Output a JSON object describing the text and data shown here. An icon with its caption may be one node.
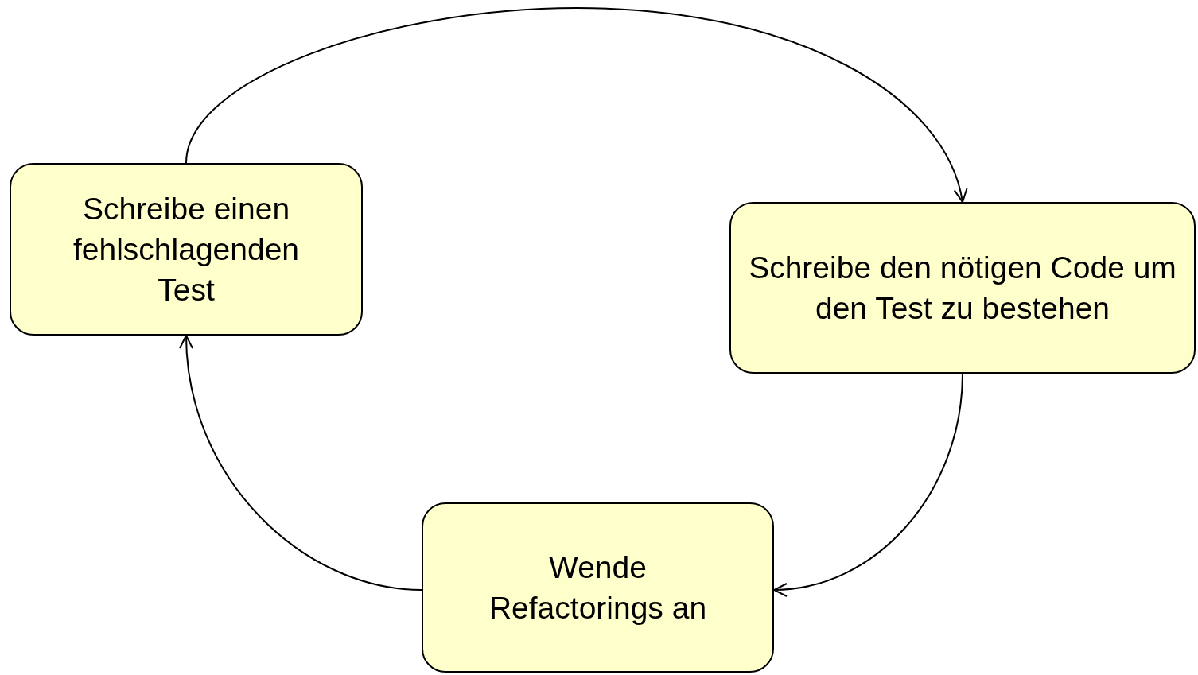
{
  "diagram": {
    "nodes": [
      {
        "text": [
          "Schreibe einen fehlschlagenden Test"
        ]
      },
      {
        "text": [
          "Schreibe den nötigen Code um den Test zu bestehen"
        ]
      },
      {
        "text": [
          "Wende Refactorings an"
        ]
      }
    ],
    "edges": [
      {
        "from": 0,
        "to": 1,
        "arrow": "to"
      },
      {
        "from": 1,
        "to": 2,
        "arrow": "to"
      },
      {
        "from": 2,
        "to": 0,
        "arrow": "to"
      }
    ]
  }
}
